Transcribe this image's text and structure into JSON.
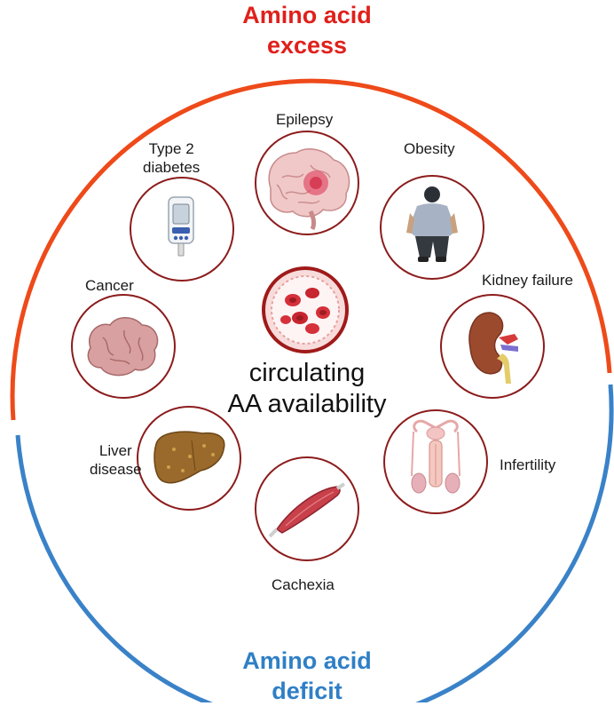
{
  "top_title": {
    "line1": "Amino acid",
    "line2": "excess",
    "color": "#e0201b"
  },
  "bottom_title": {
    "line1": "Amino acid",
    "line2": "deficit",
    "color": "#2f7fc6"
  },
  "arc_colors": {
    "excess": "#ee4a1a",
    "deficit": "#3a82c8"
  },
  "ring_color": "#8c1c1c",
  "center": {
    "line1": "circulating",
    "line2": "AA availability",
    "icon": "red-blood-cells-icon"
  },
  "conditions": [
    {
      "id": "epilepsy",
      "label": "Epilepsy",
      "icon": "brain-icon"
    },
    {
      "id": "obesity",
      "label": "Obesity",
      "icon": "obese-person-icon"
    },
    {
      "id": "kidney",
      "label": "Kidney failure",
      "icon": "kidney-icon"
    },
    {
      "id": "infertility",
      "label": "Infertility",
      "icon": "reproductive-organ-icon"
    },
    {
      "id": "cachexia",
      "label": "Cachexia",
      "icon": "muscle-icon"
    },
    {
      "id": "liver",
      "label_line1": "Liver",
      "label_line2": "disease",
      "icon": "liver-icon"
    },
    {
      "id": "cancer",
      "label": "Cancer",
      "icon": "tumor-icon"
    },
    {
      "id": "diabetes",
      "label_line1": "Type 2",
      "label_line2": "diabetes",
      "icon": "glucose-meter-icon"
    }
  ]
}
